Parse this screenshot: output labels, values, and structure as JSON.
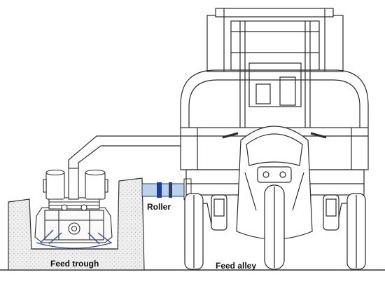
{
  "labels": {
    "roller": "Roller",
    "feed_trough": "Feed trough",
    "feed_alley": "Feed alley"
  },
  "colors": {
    "line": "#2a2a2a",
    "trough_fill": "#ededed",
    "roller_fill": "#bcd2ea",
    "roller_edge": "#1f3f8a",
    "roller_core": "#1a3c9a",
    "blade": "#2a4a9a"
  }
}
